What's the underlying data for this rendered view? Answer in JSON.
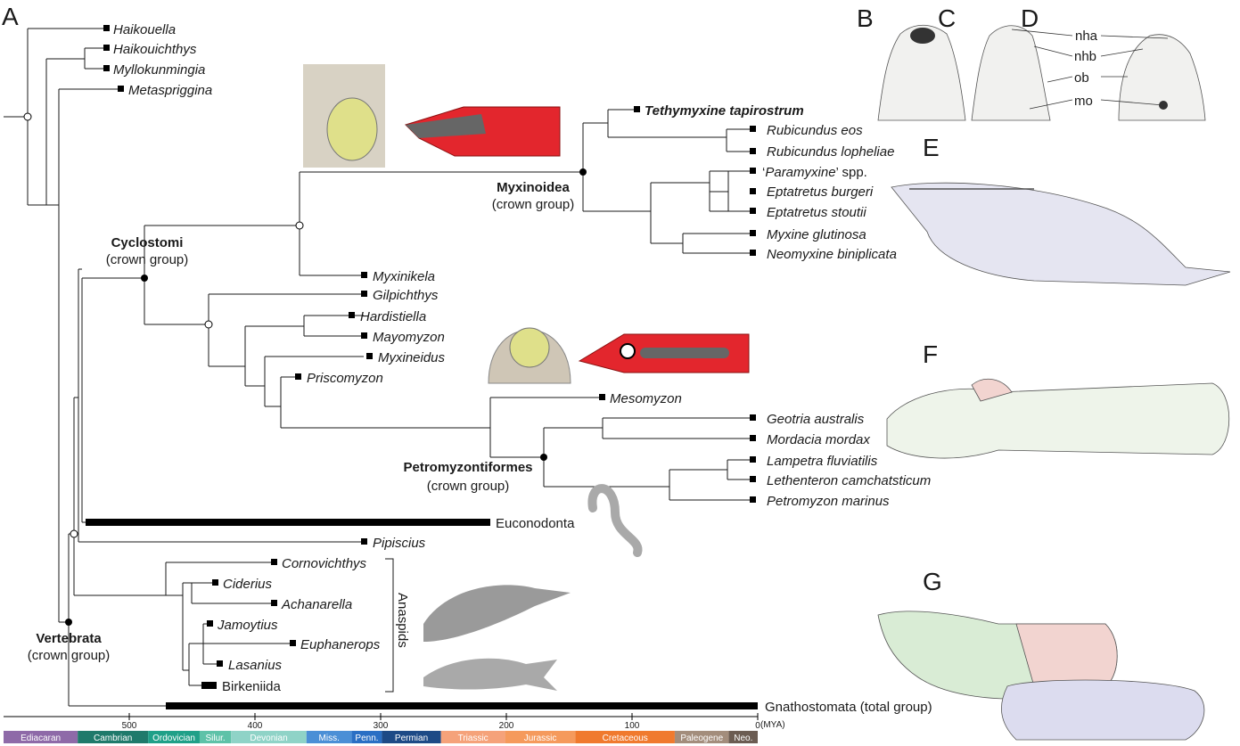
{
  "panels": [
    "A",
    "B",
    "C",
    "D",
    "E",
    "F",
    "G"
  ],
  "taxa": {
    "haikouella": "Haikouella",
    "haikouichthys": "Haikouichthys",
    "myllokunmingia": "Myllokunmingia",
    "metaspriggina": "Metaspriggina",
    "tethymyxine": "Tethymyxine tapirostrum",
    "rub_eos": "Rubicundus eos",
    "rub_loph": "Rubicundus lopheliae",
    "paramyxine_name": "Paramyxine",
    "paramyxine_q1": "‘",
    "paramyxine_q2": "’",
    "paramyxine_spp": " spp.",
    "ept_burgeri": "Eptatretus burgeri",
    "ept_stoutii": "Eptatretus stoutii",
    "myxine": "Myxine glutinosa",
    "neomyxine": "Neomyxine biniplicata",
    "myxinikela": "Myxinikela",
    "gilpichthys": "Gilpichthys",
    "hardistiella": "Hardistiella",
    "mayomyzon": "Mayomyzon",
    "myxineidus": "Myxineidus",
    "priscomyzon": "Priscomyzon",
    "mesomyzon": "Mesomyzon",
    "geotria": "Geotria australis",
    "mordacia": "Mordacia mordax",
    "lampetra": "Lampetra fluviatilis",
    "lethenteron": "Lethenteron camchatsticum",
    "petromyzon": "Petromyzon marinus",
    "euconodonta": "Euconodonta",
    "pipiscius": "Pipiscius",
    "cornovichthys": "Cornovichthys",
    "ciderius": "Ciderius",
    "achanarella": "Achanarella",
    "jamoytius": "Jamoytius",
    "euphanerops": "Euphanerops",
    "lasanius": "Lasanius",
    "birkeniida": "Birkeniida",
    "gnathostomata": "Gnathostomata (total group)"
  },
  "clades": {
    "myxinoidea": "Myxinoidea",
    "myxinoidea_sub": "(crown group)",
    "cyclostomi": "Cyclostomi",
    "cyclostomi_sub": "(crown group)",
    "petromyzontiformes": "Petromyzontiformes",
    "petromyzontiformes_sub": "(crown group)",
    "vertebrata": "Vertebrata",
    "vertebrata_sub": "(crown group)",
    "anaspids": "Anaspids"
  },
  "anatomy_labels": {
    "nha": "nha",
    "nhb": "nhb",
    "ob": "ob",
    "mo": "mo"
  },
  "timescale": {
    "unit": "(MYA)",
    "ticks": [
      "500",
      "400",
      "300",
      "200",
      "100",
      "0"
    ],
    "tick_values": [
      500,
      400,
      300,
      200,
      100,
      0
    ],
    "periods": [
      {
        "name": "Ediacaran",
        "start": 635,
        "end": 541,
        "color": "#8e6aa8"
      },
      {
        "name": "Cambrian",
        "start": 541,
        "end": 485,
        "color": "#1f7a6b"
      },
      {
        "name": "Ordovician",
        "start": 485,
        "end": 444,
        "color": "#1fa088"
      },
      {
        "name": "Silur.",
        "start": 444,
        "end": 419,
        "color": "#5ec2a8"
      },
      {
        "name": "Devonian",
        "start": 419,
        "end": 359,
        "color": "#8fd3c7"
      },
      {
        "name": "Miss.",
        "start": 359,
        "end": 323,
        "color": "#4b8fd6"
      },
      {
        "name": "Penn.",
        "start": 323,
        "end": 299,
        "color": "#2a6fc4"
      },
      {
        "name": "Permian",
        "start": 299,
        "end": 252,
        "color": "#1d4a86"
      },
      {
        "name": "Triassic",
        "start": 252,
        "end": 201,
        "color": "#f5a27a"
      },
      {
        "name": "Jurassic",
        "start": 201,
        "end": 145,
        "color": "#f59a5c"
      },
      {
        "name": "Cretaceous",
        "start": 145,
        "end": 66,
        "color": "#f07a2e"
      },
      {
        "name": "Paleogene",
        "start": 66,
        "end": 23,
        "color": "#a38d7c"
      },
      {
        "name": "Neo.",
        "start": 23,
        "end": 0,
        "color": "#6b5c52"
      }
    ]
  },
  "colors": {
    "hagfish_red": "#e3262d",
    "fossil_grey": "#a9a9a9",
    "drawing_green": "#d9ecd5",
    "drawing_pink": "#f2d4d0",
    "drawing_lavender": "#dcdcef"
  }
}
